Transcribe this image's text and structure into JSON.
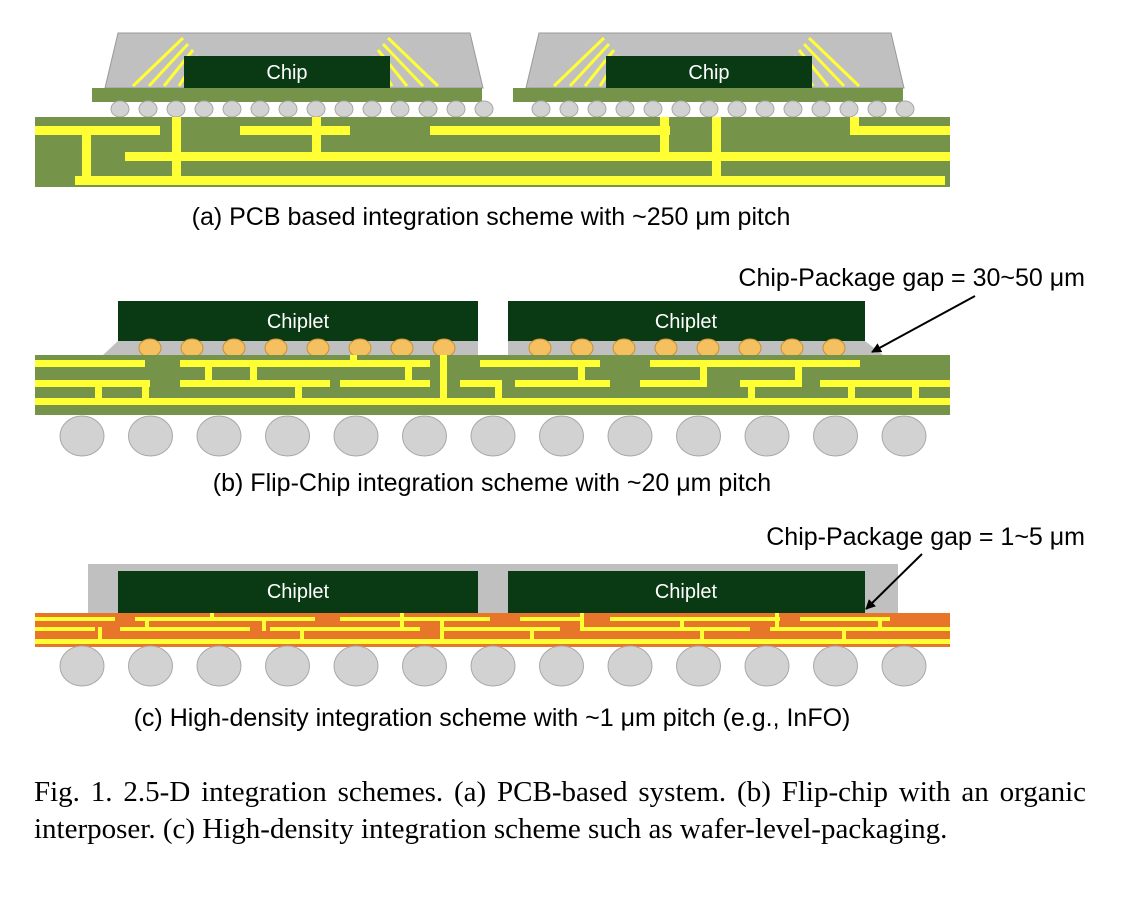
{
  "panel_a": {
    "caption": "(a) PCB based integration scheme with ~250 μm pitch",
    "chip_labels": [
      "Chip",
      "Chip"
    ]
  },
  "panel_b": {
    "caption": "(b) Flip-Chip integration scheme with ~20 μm pitch",
    "chip_labels": [
      "Chiplet",
      "Chiplet"
    ],
    "gap_annotation": "Chip-Package gap = 30~50 μm"
  },
  "panel_c": {
    "caption": "(c) High-density integration scheme with ~1 μm pitch (e.g., InFO)",
    "chip_labels": [
      "Chiplet",
      "Chiplet"
    ],
    "gap_annotation": "Chip-Package gap = 1~5 μm"
  },
  "figure_caption": "Fig. 1.   2.5-D integration schemes. (a) PCB-based system. (b) Flip-chip with an organic interposer. (c) High-density integration scheme such as wafer-level-packaging.",
  "colors": {
    "pcb_green": "#76934a",
    "trace_yellow": "#ffff33",
    "chip_dark_green": "#0a3a14",
    "mold_gray": "#c0c0c0",
    "ball_gray": "#d2d2d2",
    "bump_orange": "#f5c060",
    "rdl_orange": "#e8762a"
  }
}
